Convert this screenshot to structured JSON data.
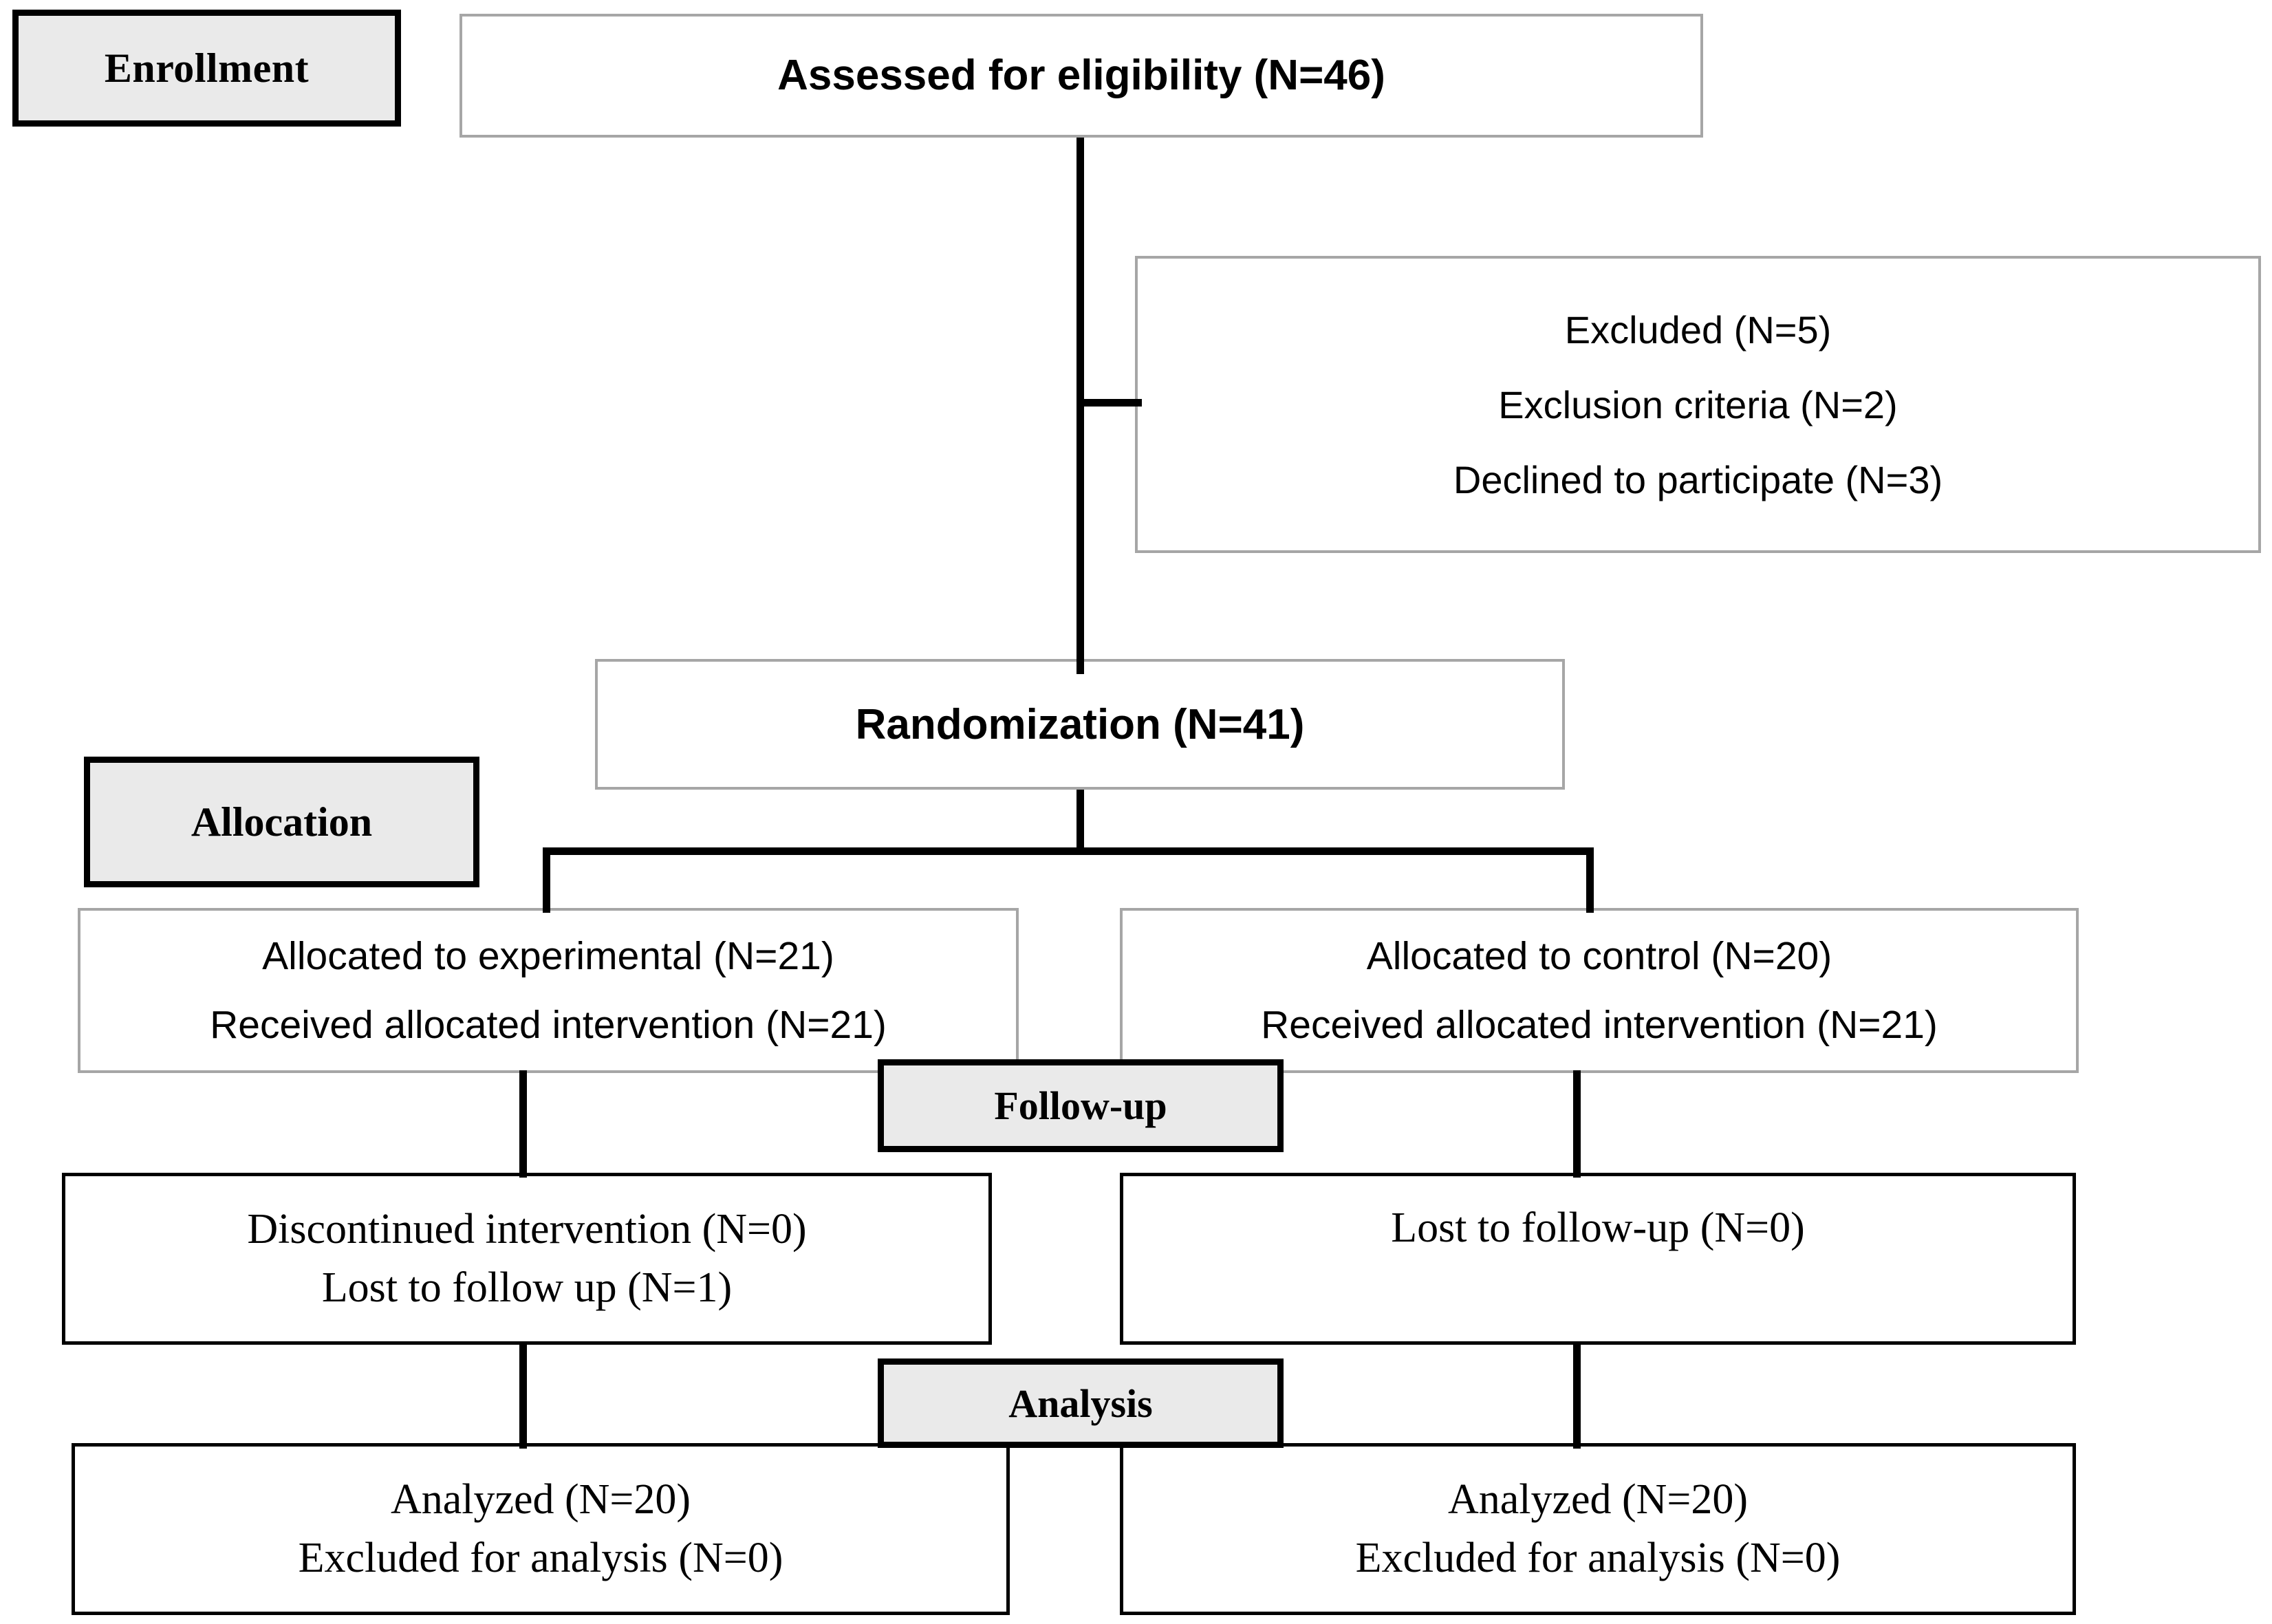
{
  "diagram": {
    "title": "CONSORT participant flow diagram",
    "stages": [
      {
        "id": "enrollment",
        "label": "Enrollment"
      },
      {
        "id": "allocation",
        "label": "Allocation"
      },
      {
        "id": "followup",
        "label": "Follow-up"
      },
      {
        "id": "analysis",
        "label": "Analysis"
      }
    ],
    "nodes": {
      "assessed": {
        "name": "assessed-for-eligibility",
        "lines": [
          "Assessed for eligibility (N=46)"
        ]
      },
      "excluded": {
        "name": "excluded",
        "lines": [
          "Excluded (N=5)",
          "Exclusion criteria (N=2)",
          "Declined to participate (N=3)"
        ]
      },
      "randomization": {
        "name": "randomization",
        "lines": [
          "Randomization (N=41)"
        ]
      },
      "alloc_experimental": {
        "name": "allocated-experimental",
        "lines": [
          "Allocated to experimental (N=21)",
          "Received allocated intervention (N=21)"
        ]
      },
      "alloc_control": {
        "name": "allocated-control",
        "lines": [
          "Allocated to control (N=20)",
          "Received allocated intervention (N=21)"
        ]
      },
      "followup_experimental": {
        "name": "followup-experimental",
        "lines": [
          "Discontinued intervention (N=0)",
          "Lost to follow up (N=1)"
        ]
      },
      "followup_control": {
        "name": "followup-control",
        "lines": [
          "Lost to follow-up (N=0)"
        ]
      },
      "analysis_experimental": {
        "name": "analysis-experimental",
        "lines": [
          "Analyzed (N=20)",
          "Excluded for analysis (N=0)"
        ]
      },
      "analysis_control": {
        "name": "analysis-control",
        "lines": [
          "Analyzed (N=20)",
          "Excluded for analysis (N=0)"
        ]
      }
    },
    "counts": {
      "assessed_for_eligibility": 46,
      "excluded_total": 5,
      "excluded_exclusion_criteria": 2,
      "excluded_declined": 3,
      "randomized": 41,
      "allocated_experimental": 21,
      "received_intervention_experimental": 21,
      "allocated_control": 20,
      "received_intervention_control": 21,
      "discontinued_experimental": 0,
      "lost_to_followup_experimental": 1,
      "lost_to_followup_control": 0,
      "analyzed_experimental": 20,
      "excluded_from_analysis_experimental": 0,
      "analyzed_control": 20,
      "excluded_from_analysis_control": 0
    },
    "colors": {
      "background": "#ffffff",
      "stage_label_fill": "#eaeaea",
      "stage_label_border": "#000000",
      "box_border_gray": "#a6a6a6",
      "box_border_black": "#000000",
      "text": "#000000"
    }
  }
}
